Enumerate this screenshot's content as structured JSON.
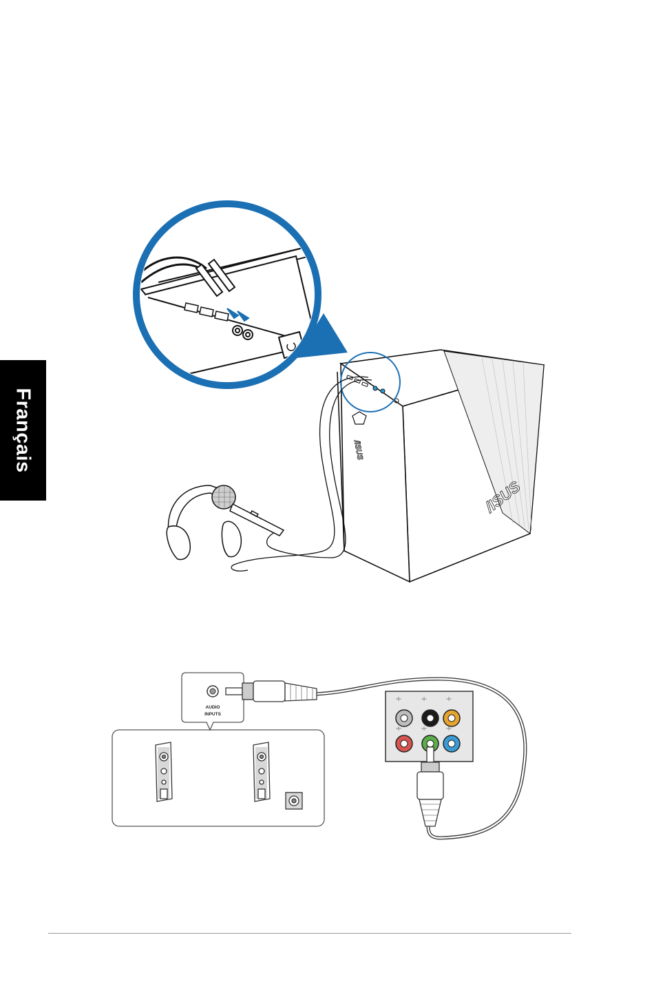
{
  "sidebar": {
    "language": "Français"
  },
  "figure_top": {
    "brand": "/ISUS",
    "jack_colors": {
      "mic": "#2b9bd6",
      "callout": "#1b6fb3"
    }
  },
  "figure_bottom": {
    "speaker_panel_label_line1": "AUDIO",
    "speaker_panel_label_line2": "INPUTS",
    "port_colors": {
      "light_blue": "#3a9bd5",
      "lime": "#5cae4a",
      "pink": "#d9534f",
      "orange": "#e6a52e",
      "black": "#1a1a1a",
      "gray": "#bdbdbd"
    }
  }
}
